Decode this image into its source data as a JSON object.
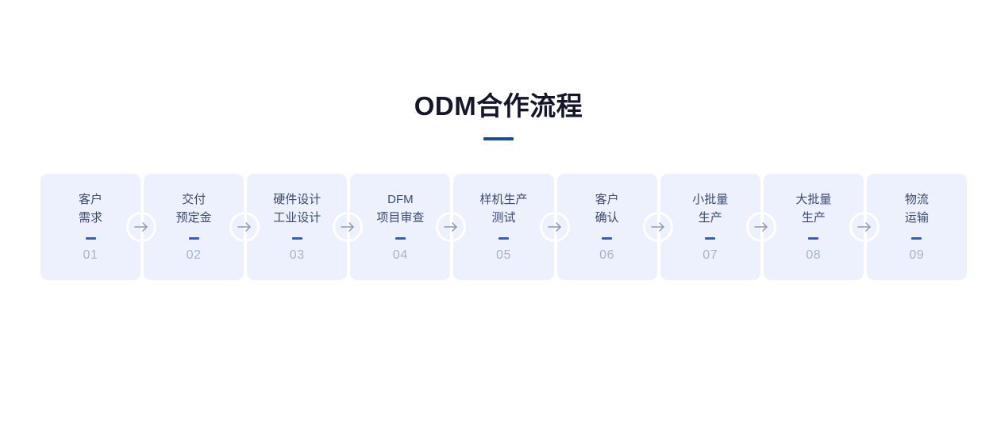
{
  "header": {
    "title": "ODM合作流程",
    "accent_color": "#1d4b91",
    "title_color": "#15162b"
  },
  "theme": {
    "page_background": "#ffffff",
    "card_background": "#edf1fd",
    "card_label_color": "#3a4a70",
    "dash_color": "#2a5fd0",
    "number_color": "#a9b2c6",
    "arrow_color": "#8b9ab6",
    "arrow_ring_color": "#ffffff"
  },
  "flow": {
    "arrow_icon": "arrow-right-icon",
    "steps": [
      {
        "line1": "客户",
        "line2": "需求",
        "number": "01"
      },
      {
        "line1": "交付",
        "line2": "预定金",
        "number": "02"
      },
      {
        "line1": "硬件设计",
        "line2": "工业设计",
        "number": "03"
      },
      {
        "line1": "DFM",
        "line2": "项目审查",
        "number": "04"
      },
      {
        "line1": "样机生产",
        "line2": "测试",
        "number": "05"
      },
      {
        "line1": "客户",
        "line2": "确认",
        "number": "06"
      },
      {
        "line1": "小批量",
        "line2": "生产",
        "number": "07"
      },
      {
        "line1": "大批量",
        "line2": "生产",
        "number": "08"
      },
      {
        "line1": "物流",
        "line2": "运输",
        "number": "09"
      }
    ]
  }
}
